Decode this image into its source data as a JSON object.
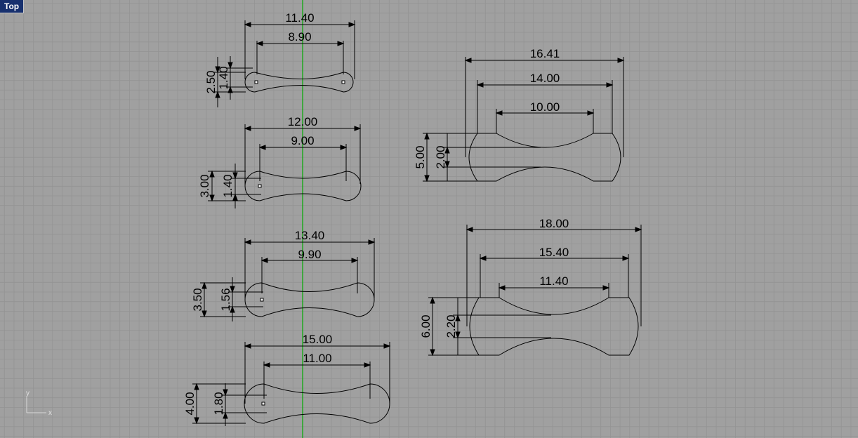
{
  "viewport": {
    "title": "Top",
    "colors": {
      "background": "#a0a0a0",
      "grid": "#939393",
      "geometry": "#000000",
      "y_axis": "#00aa00",
      "title_bg": "#17306e"
    },
    "axes_widget": {
      "x_label": "x",
      "y_label": "y"
    }
  },
  "drawing": {
    "left_column": [
      {
        "overall_length": "11.40",
        "centers_length": "8.90",
        "height": "2.50",
        "waist": "1.40"
      },
      {
        "overall_length": "12.00",
        "centers_length": "9.00",
        "height": "3.00",
        "waist": "1.40"
      },
      {
        "overall_length": "13.40",
        "centers_length": "9.90",
        "height": "3.50",
        "waist": "1.56"
      },
      {
        "overall_length": "15.00",
        "centers_length": "11.00",
        "height": "4.00",
        "waist": "1.80"
      }
    ],
    "right_column": [
      {
        "overall_length": "16.41",
        "flat_length": "14.00",
        "arc_length": "10.00",
        "height": "5.00",
        "waist": "2.00"
      },
      {
        "overall_length": "18.00",
        "flat_length": "15.40",
        "arc_length": "11.40",
        "height": "6.00",
        "waist": "2.20"
      }
    ]
  }
}
